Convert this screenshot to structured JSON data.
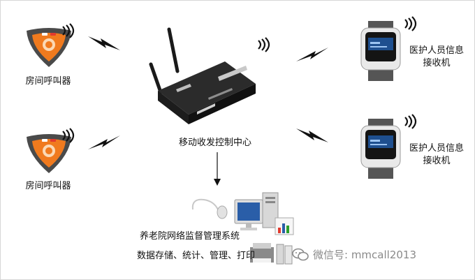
{
  "nodes": {
    "room_caller_top": {
      "label": "房间呼叫器"
    },
    "room_caller_bottom": {
      "label": "房间呼叫器"
    },
    "control_center": {
      "label": "移动收发控制中心"
    },
    "receiver_top": {
      "label_lines": [
        "医护人员信息",
        "接收机"
      ]
    },
    "receiver_bottom": {
      "label_lines": [
        "医护人员信息",
        "接收机"
      ]
    },
    "management_system": {
      "title": "养老院网络监督管理系统",
      "subtitle": "数据存储、统计、管理、打印"
    }
  },
  "watermark": {
    "text": "微信号: mmcall2013"
  },
  "colors": {
    "caller_orange": "#f07a1e",
    "caller_body": "#4a4a4a",
    "device_dark": "#2b2b2b",
    "screen_blue": "#1e4f8f",
    "signal": "#111111"
  }
}
